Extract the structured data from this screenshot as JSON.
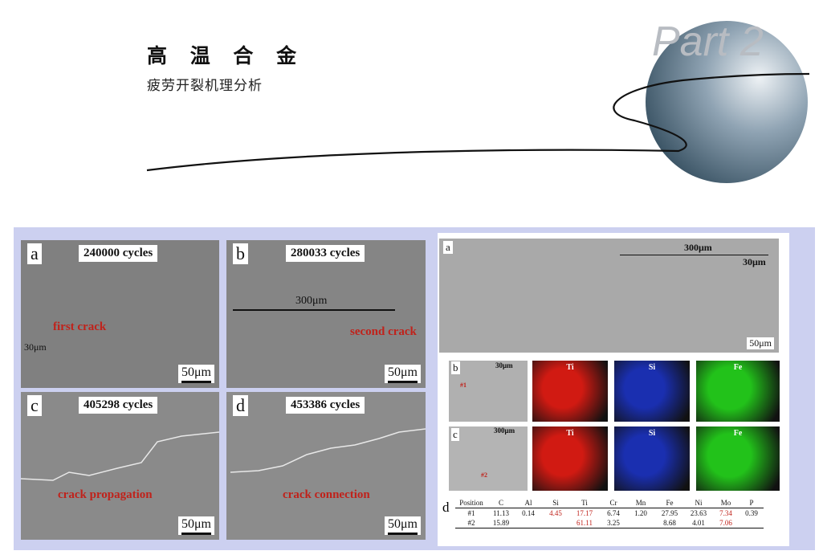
{
  "header": {
    "title": "高 温 合 金",
    "subtitle": "疲劳开裂机理分析",
    "part_label": "Part 2"
  },
  "left_panels": [
    {
      "label": "a",
      "cycles": "240000 cycles",
      "scale": "50μm",
      "annotation": "first crack",
      "measure": "30μm"
    },
    {
      "label": "b",
      "cycles": "280033 cycles",
      "scale": "50μm",
      "annotation": "second crack",
      "measure": "300μm"
    },
    {
      "label": "c",
      "cycles": "405298 cycles",
      "scale": "50μm",
      "annotation": "crack propagation"
    },
    {
      "label": "d",
      "cycles": "453386 cycles",
      "scale": "50μm",
      "annotation": "crack connection"
    }
  ],
  "fracture": {
    "label": "a",
    "measure_long": "300μm",
    "measure_short": "30μm",
    "scale": "50μm"
  },
  "eds_rows": [
    {
      "label": "b",
      "measure": "30μm",
      "spot": "#1",
      "maps": [
        "Ti",
        "Si",
        "Fe"
      ]
    },
    {
      "label": "c",
      "measure": "300μm",
      "spot": "#2",
      "maps": [
        "Ti",
        "Si",
        "Fe"
      ]
    }
  ],
  "map_colors": {
    "Ti": "#d11a12",
    "Si": "#1a2fb0",
    "Fe": "#22c21a"
  },
  "table": {
    "label": "d",
    "headers": [
      "Position",
      "C",
      "Al",
      "Si",
      "Ti",
      "Cr",
      "Mn",
      "Fe",
      "Ni",
      "Mo",
      "P"
    ],
    "rows": [
      [
        "#1",
        "11.13",
        "0.14",
        "4.45",
        "17.17",
        "6.74",
        "1.20",
        "27.95",
        "23.63",
        "7.34",
        "0.39"
      ],
      [
        "#2",
        "15.89",
        "",
        "",
        "61.11",
        "3.25",
        "",
        "8.68",
        "4.01",
        "7.06",
        ""
      ]
    ]
  }
}
